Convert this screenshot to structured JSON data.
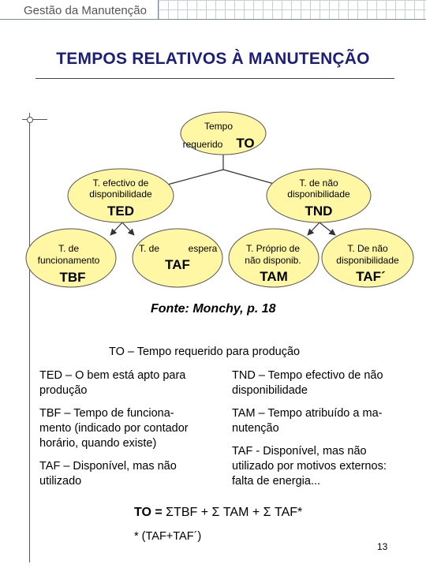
{
  "header": {
    "title": "Gestão da Manutenção"
  },
  "slide": {
    "title": "TEMPOS RELATIVOS À MANUTENÇÃO"
  },
  "diagram": {
    "root": {
      "label_top": "Tempo",
      "label_bottom": "requerido",
      "code": "TO"
    },
    "ted": {
      "label_1": "T. efectivo de",
      "label_2": "disponibilidade",
      "code": "TED"
    },
    "tnd": {
      "label_1": "T. de não",
      "label_2": "disponibilidade",
      "code": "TND"
    },
    "tbf": {
      "label_1": "T. de",
      "label_2": "funcionamento",
      "code": "TBF"
    },
    "taf": {
      "label_1": "T. de",
      "label_2": "espera",
      "code": "TAF"
    },
    "tam": {
      "label_1": "T. Próprio de",
      "label_2": "não disponib.",
      "code": "TAM"
    },
    "taf2": {
      "label_1": "T. De não",
      "label_2": "disponibilidade",
      "code": "TAF´"
    },
    "fill": "#fff7a3",
    "stroke": "#555555"
  },
  "source": "Fonte: Monchy, p. 18",
  "definitions": {
    "to": "TO – Tempo requerido para produção",
    "ted_1": "TED – O bem está apto para",
    "ted_2": "produção",
    "tbf_1": "TBF – Tempo de funciona-",
    "tbf_2": "mento (indicado por contador",
    "tbf_3": "horário, quando existe)",
    "taf_1": "TAF – Disponível, mas não",
    "taf_2": "utilizado",
    "tnd_1": "TND – Tempo efectivo de não",
    "tnd_2": "disponibilidade",
    "tam_1": "TAM – Tempo atribuído a ma-",
    "tam_2": "nutenção",
    "taf2_1": "TAF  -  Disponível, mas não",
    "taf2_2": "utilizado por motivos externos:",
    "taf2_3": "falta de energia..."
  },
  "formula": {
    "lhs": "TO =",
    "rhs": " ΣTBF + Σ TAM + Σ TAF*"
  },
  "footnote": "* (TAF+TAF´)",
  "page_number": "13"
}
